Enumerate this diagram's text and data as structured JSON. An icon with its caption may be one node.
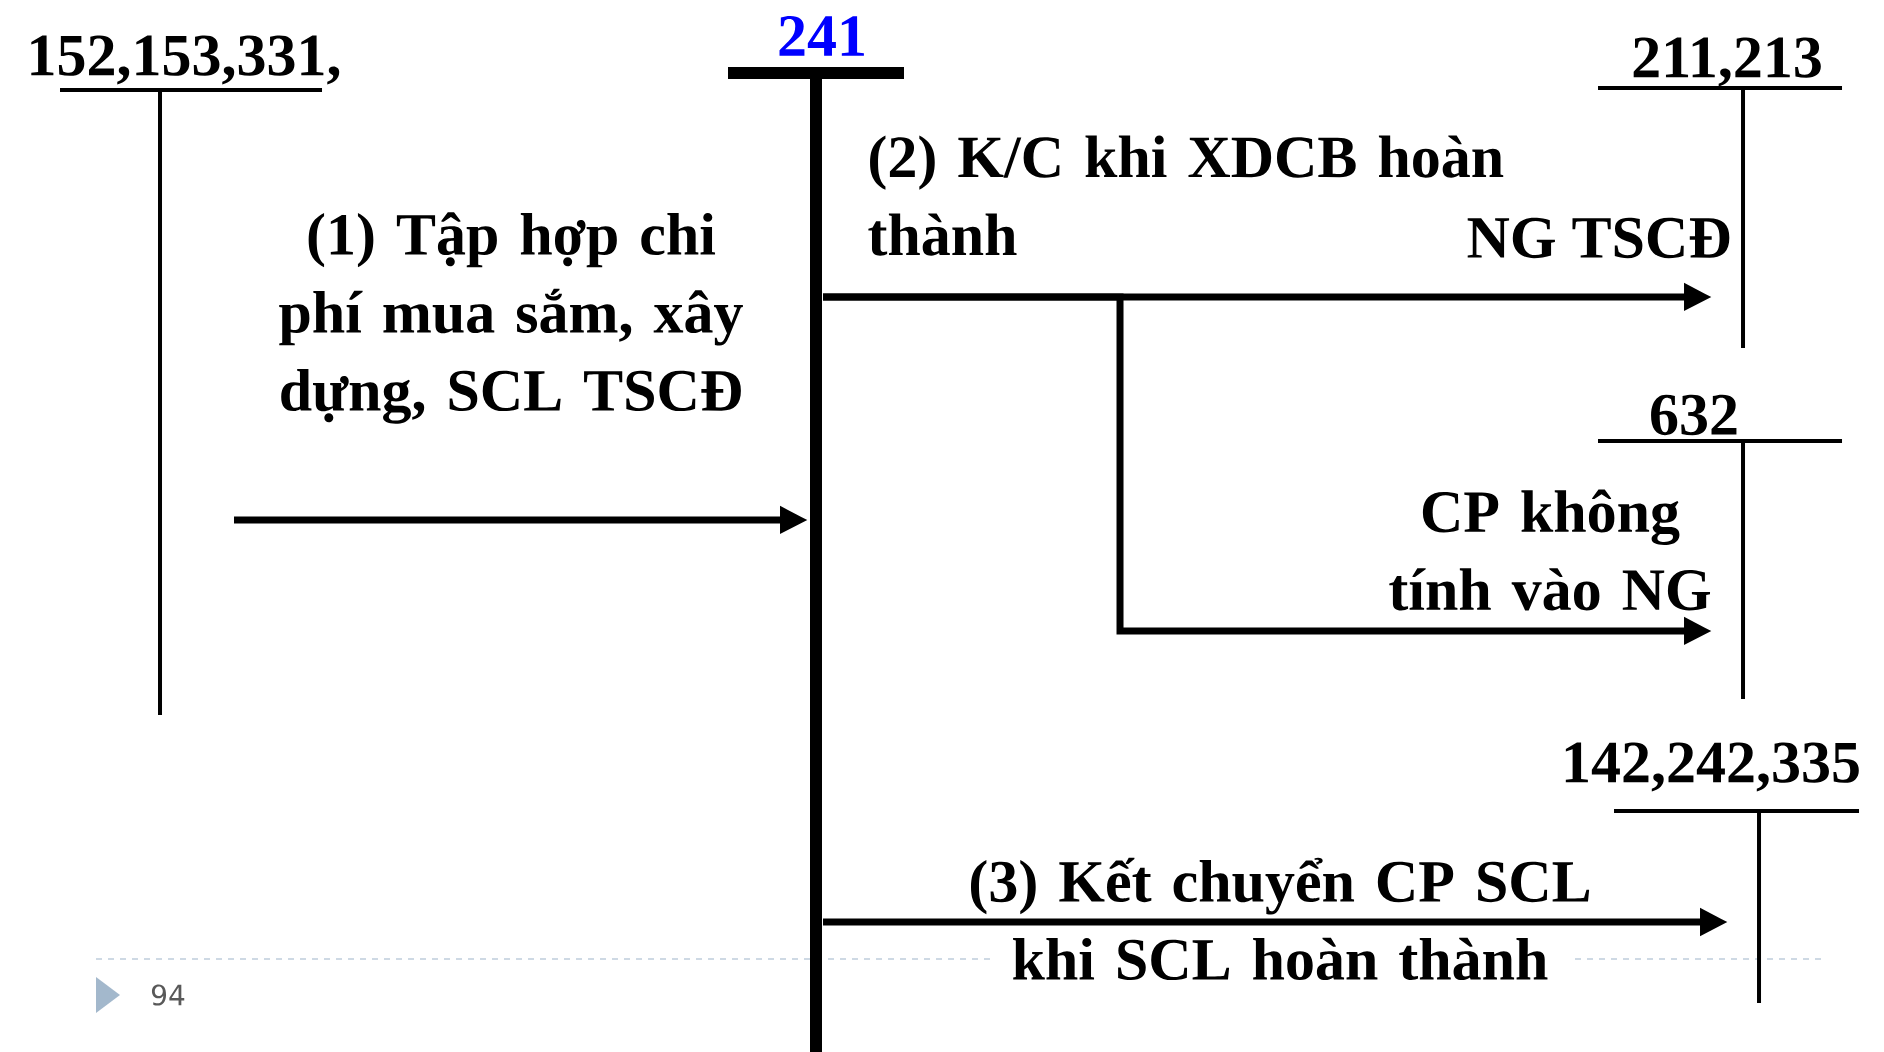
{
  "diagram": {
    "nodes": [
      {
        "text": [
          "152,153,331,"
        ]
      },
      {
        "text": [
          "241"
        ]
      },
      {
        "text": [
          "211,213"
        ]
      },
      {
        "text": [
          "632"
        ]
      },
      {
        "text": [
          "142,242,335"
        ]
      }
    ],
    "edges": [
      {
        "from": 0,
        "to": 1,
        "arrow": "to",
        "label": "(1) Tập hợp chi phí mua sắm, xây dựng, SCL TSCĐ"
      },
      {
        "from": 1,
        "to": 2,
        "arrow": "to",
        "label": "NG TSCĐ"
      },
      {
        "from": 1,
        "to": 3,
        "arrow": "to",
        "label": "CP không tính vào NG"
      },
      {
        "from": 1,
        "to": 4,
        "arrow": "to",
        "label": "(3) Kết chuyển CP SCL khi SCL hoàn thành"
      }
    ],
    "labels": [
      "(2) K/C khi XDCB hoàn thành",
      "94"
    ]
  }
}
